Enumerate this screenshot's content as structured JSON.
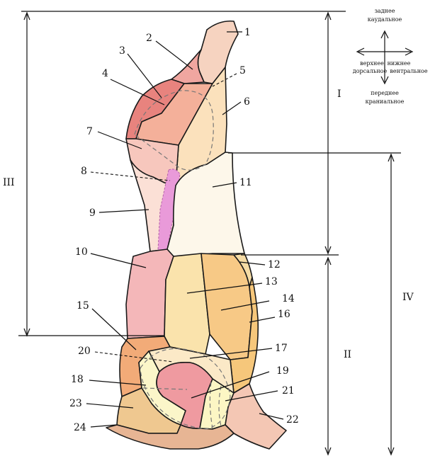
{
  "compass": {
    "top_line1": "заднее",
    "top_line2": "каудальное",
    "left_line1": "верхнее",
    "left_line2": "дорсальное",
    "right_line1": "нижнее",
    "right_line2": "вентральное",
    "bottom_line1": "переднее",
    "bottom_line2": "краниальное"
  },
  "regions": {
    "I": "I",
    "II": "II",
    "III": "III",
    "IV": "IV"
  },
  "labels": [
    "1",
    "2",
    "3",
    "4",
    "5",
    "6",
    "7",
    "8",
    "9",
    "10",
    "11",
    "12",
    "13",
    "14",
    "15",
    "16",
    "17",
    "18",
    "19",
    "20",
    "21",
    "22",
    "23",
    "24"
  ],
  "colors": {
    "cut1": "#f6d3c0",
    "cut2": "#f0a6a0",
    "cut3": "#e8837e",
    "cut4": "#f4b09a",
    "cut6": "#fbe1bc",
    "cut7": "#f7c7bd",
    "cut8": "#e99ad9",
    "cut9": "#fbe0d6",
    "cut10": "#f4b7b9",
    "cut11": "#fdf7ea",
    "cut12": "#f6dca5",
    "cut13": "#fae3ac",
    "cut14": "#f7c986",
    "cut16": "#f6c77b",
    "cut15": "#f2ab78",
    "cut17": "#fbe9c7",
    "cut18": "#fbf6c9",
    "cut19": "#ef9aa0",
    "cut21": "#fcf6c4",
    "cut22": "#f4c7b4",
    "cut23": "#efc890",
    "cut24": "#e7b594"
  }
}
